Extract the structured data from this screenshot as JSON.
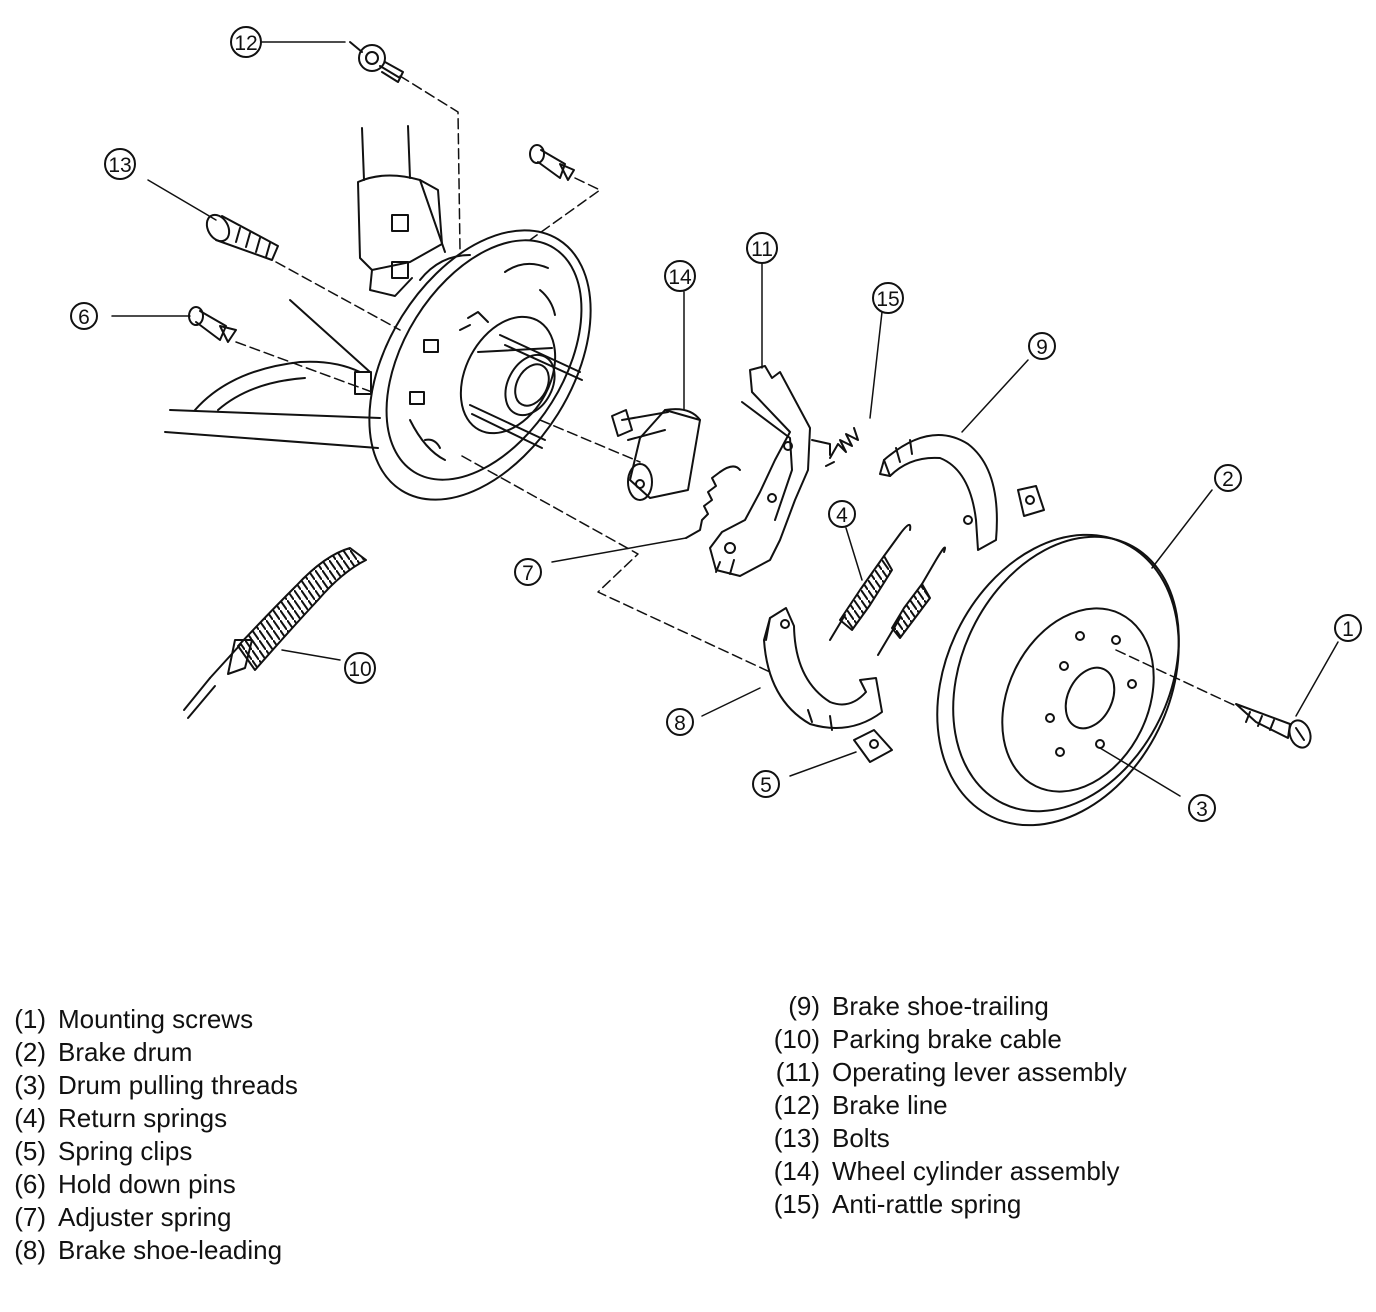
{
  "callouts": [
    "1",
    "2",
    "3",
    "4",
    "5",
    "6",
    "7",
    "8",
    "9",
    "10",
    "11",
    "12",
    "13",
    "14",
    "15"
  ],
  "legend": {
    "left": [
      {
        "num": "(1)",
        "label": "Mounting screws"
      },
      {
        "num": "(2)",
        "label": "Brake drum"
      },
      {
        "num": "(3)",
        "label": "Drum pulling threads"
      },
      {
        "num": "(4)",
        "label": "Return springs"
      },
      {
        "num": "(5)",
        "label": "Spring clips"
      },
      {
        "num": "(6)",
        "label": "Hold down pins"
      },
      {
        "num": "(7)",
        "label": "Adjuster spring"
      },
      {
        "num": "(8)",
        "label": "Brake shoe-leading"
      }
    ],
    "right": [
      {
        "num": "(9)",
        "label": "Brake shoe-trailing"
      },
      {
        "num": "(10)",
        "label": "Parking brake cable"
      },
      {
        "num": "(11)",
        "label": "Operating lever assembly"
      },
      {
        "num": "(12)",
        "label": "Brake line"
      },
      {
        "num": "(13)",
        "label": "Bolts"
      },
      {
        "num": "(14)",
        "label": "Wheel cylinder assembly"
      },
      {
        "num": "(15)",
        "label": "Anti-rattle spring"
      }
    ]
  }
}
